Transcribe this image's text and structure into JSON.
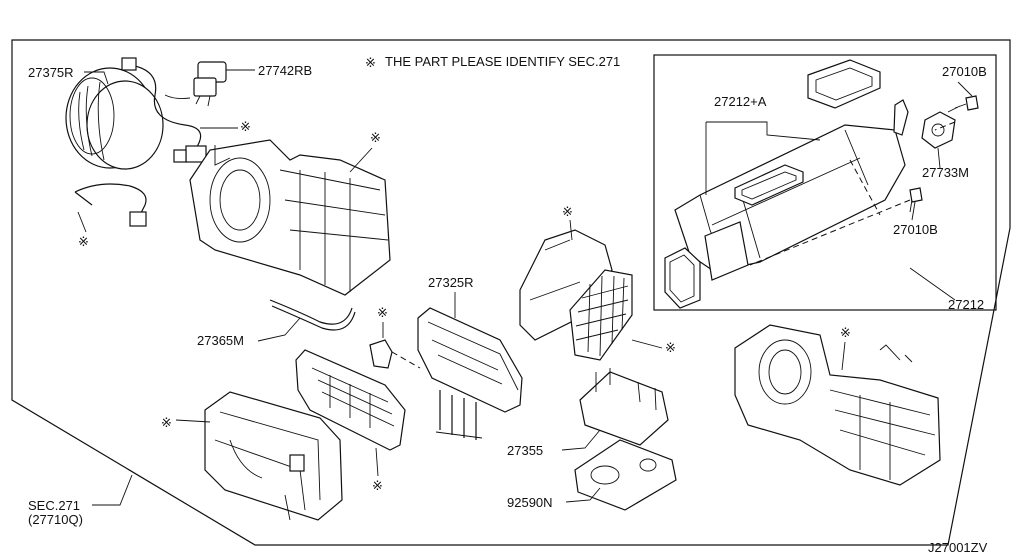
{
  "header": {
    "note_marker": "※",
    "note_text": "THE PART PLEASE IDENTIFY SEC.271"
  },
  "parts": {
    "p27375R": "27375R",
    "p27742RB": "27742RB",
    "p27010B_top": "27010B",
    "p27212A": "27212+A",
    "p27733M": "27733M",
    "p27010B_bottom": "27010B",
    "p27212": "27212",
    "p27325R": "27325R",
    "p27365M": "27365M",
    "p27355": "27355",
    "p92590N": "92590N"
  },
  "section_ref": {
    "line1": "SEC.271",
    "line2": "(27710Q)"
  },
  "marker": "※",
  "diagram_id": "J27001ZV"
}
